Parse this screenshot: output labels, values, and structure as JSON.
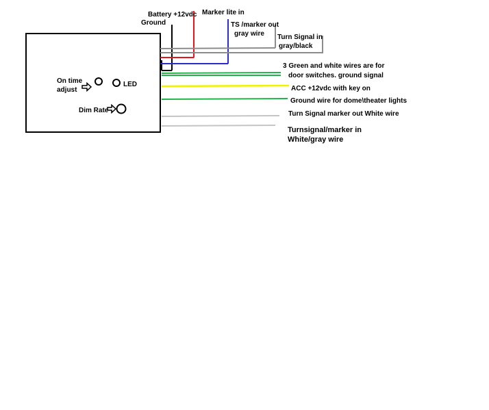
{
  "labels": {
    "battery": "Battery +12vdc",
    "ground": "Ground",
    "marker_lite_in": "Marker lite in",
    "ts_marker_out_1": "TS /marker out",
    "ts_marker_out_2": "gray  wire",
    "turn_signal_in_1": "Turn Signal in",
    "turn_signal_in_2": "gray/black",
    "green_white_1": "3 Green and white wires are for",
    "green_white_2": "door switches. ground signal",
    "acc": "ACC +12vdc with key on",
    "ground_dome": "Ground wire for dome\\theater lights",
    "ts_marker_out_white": "Turn Signal marker out White wire",
    "ts_marker_in_1": "Turnsignal/marker in",
    "ts_marker_in_2": "White/gray wire",
    "on_time_1": "On time",
    "on_time_2": "adjust",
    "led": "LED",
    "dim_rate": "Dim Rate"
  },
  "colors": {
    "black": "#000000",
    "red": "#e8141c",
    "blue": "#2a2ad0",
    "gray": "#8c8c8c",
    "light_gray": "#c4c4c4",
    "green": "#22b14c",
    "yellow": "#f2f200"
  }
}
